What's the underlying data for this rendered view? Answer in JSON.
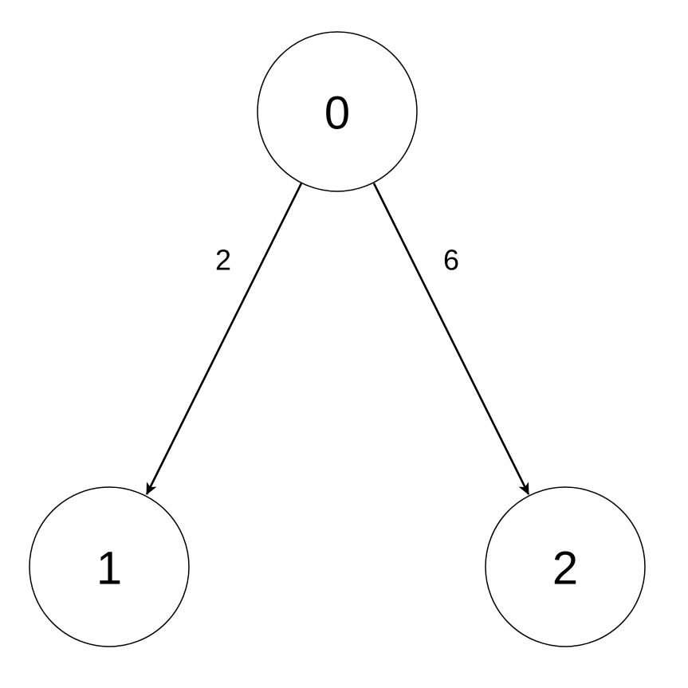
{
  "graph": {
    "nodes": [
      {
        "id": "0",
        "label": "0"
      },
      {
        "id": "1",
        "label": "1"
      },
      {
        "id": "2",
        "label": "2"
      }
    ],
    "edges": [
      {
        "from": "0",
        "to": "1",
        "weight": "2",
        "directed": true
      },
      {
        "from": "0",
        "to": "2",
        "weight": "6",
        "directed": true
      }
    ]
  },
  "colors": {
    "stroke": "#000000",
    "fill": "#ffffff",
    "text": "#000000"
  }
}
